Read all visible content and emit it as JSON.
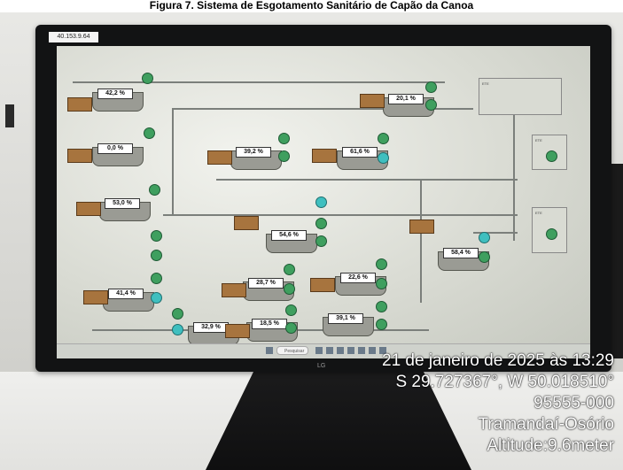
{
  "caption": "Figura 7. Sistema de Esgotamento Sanitário de Capão da Canoa",
  "monitor": {
    "tag": "40.153.9.64",
    "brand": "LG"
  },
  "scada": {
    "levels": [
      {
        "id": "t1",
        "value": "42,2 %"
      },
      {
        "id": "t2",
        "value": "0,0 %"
      },
      {
        "id": "t3",
        "value": "53,0 %"
      },
      {
        "id": "t4",
        "value": "39,2 %"
      },
      {
        "id": "t5",
        "value": "61,6 %"
      },
      {
        "id": "t6",
        "value": "20,1 %"
      },
      {
        "id": "t7",
        "value": "54,6 %"
      },
      {
        "id": "t8",
        "value": "58,4 %"
      },
      {
        "id": "t9",
        "value": "41,4 %"
      },
      {
        "id": "t10",
        "value": "28,7 %"
      },
      {
        "id": "t11",
        "value": "22,6 %"
      },
      {
        "id": "t12",
        "value": "32,9 %"
      },
      {
        "id": "t13",
        "value": "18,5 %"
      },
      {
        "id": "t14",
        "value": "39,1 %"
      }
    ],
    "search_placeholder": "Pesquisar"
  },
  "stamp": {
    "line1": "21 de janeiro de 2025 às 13:29",
    "line2": "S 29.727367°, W 50.018510°",
    "line3": "95555-000",
    "line4": "Tramandaí-Osório",
    "line5": "Altitude:9.6meter"
  }
}
